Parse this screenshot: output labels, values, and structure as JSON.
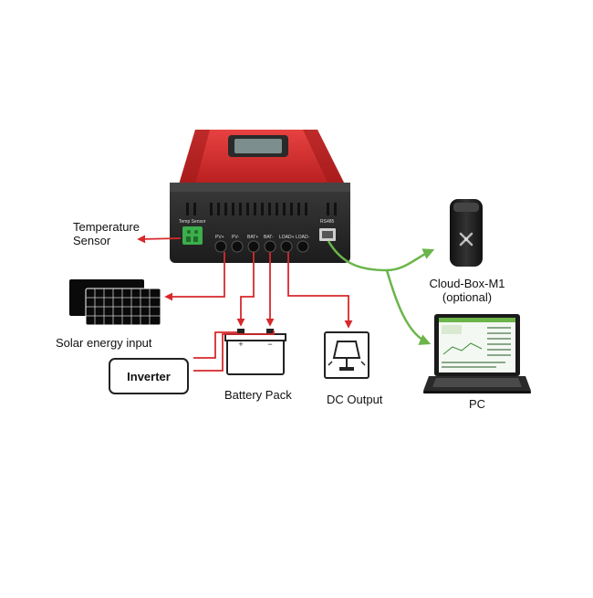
{
  "controller": {
    "temp_sensor_label": "Temp Sensor",
    "terminals": [
      "PV+",
      "PV-",
      "BAT+",
      "BAT-",
      "LOAD+",
      "LOAD-"
    ],
    "rs485_label": "RS485"
  },
  "labels": {
    "temperature_sensor_line1": "Temperature",
    "temperature_sensor_line2": "Sensor",
    "solar_input": "Solar energy input",
    "inverter": "Inverter",
    "battery_pack": "Battery Pack",
    "dc_output": "DC Output",
    "cloud_box_line1": "Cloud-Box-M1",
    "cloud_box_line2": "(optional)",
    "pc": "PC"
  },
  "colors": {
    "body_red": "#d42b2b",
    "panel_dark": "#2b2b2b",
    "arrow_red": "#d8282b",
    "arrow_green": "#6bb54a",
    "sensor_green": "#3cae4c"
  },
  "icons": [
    "solar-panel-icon",
    "battery-icon",
    "lamp-icon",
    "cloud-box-icon",
    "laptop-icon",
    "temperature-sensor-connector-icon",
    "rs485-port-icon"
  ]
}
